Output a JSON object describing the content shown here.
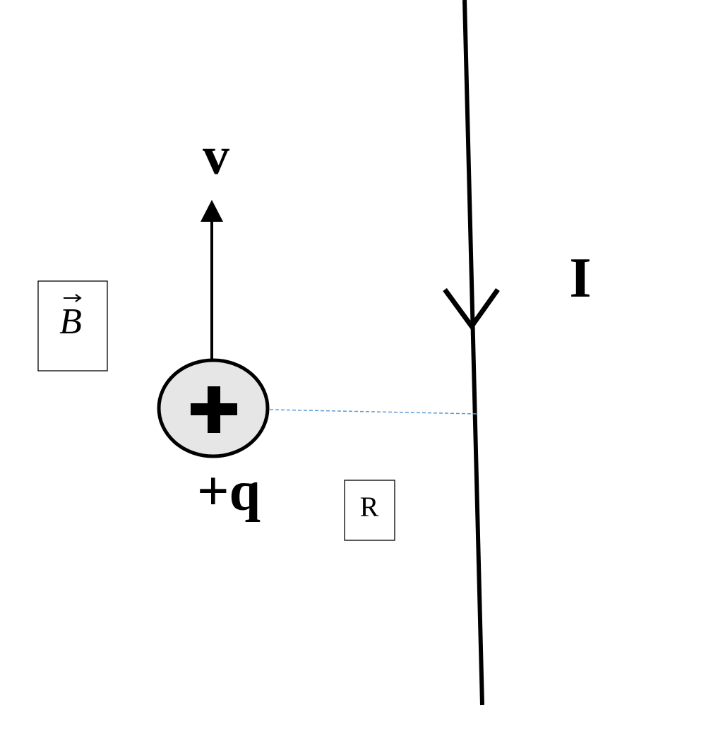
{
  "labels": {
    "velocity": "v",
    "current": "I",
    "field": "B",
    "charge": "+q",
    "distance": "R"
  },
  "icons": {
    "charge_symbol": "plus-icon",
    "field_vector_arrow": "vector-arrow-icon",
    "velocity_arrow": "arrow-up-icon",
    "current_arrow": "arrow-down-icon"
  },
  "colors": {
    "ink": "#000000",
    "charge_fill": "#e6e6e6",
    "distance_line": "#5b9bd5"
  }
}
